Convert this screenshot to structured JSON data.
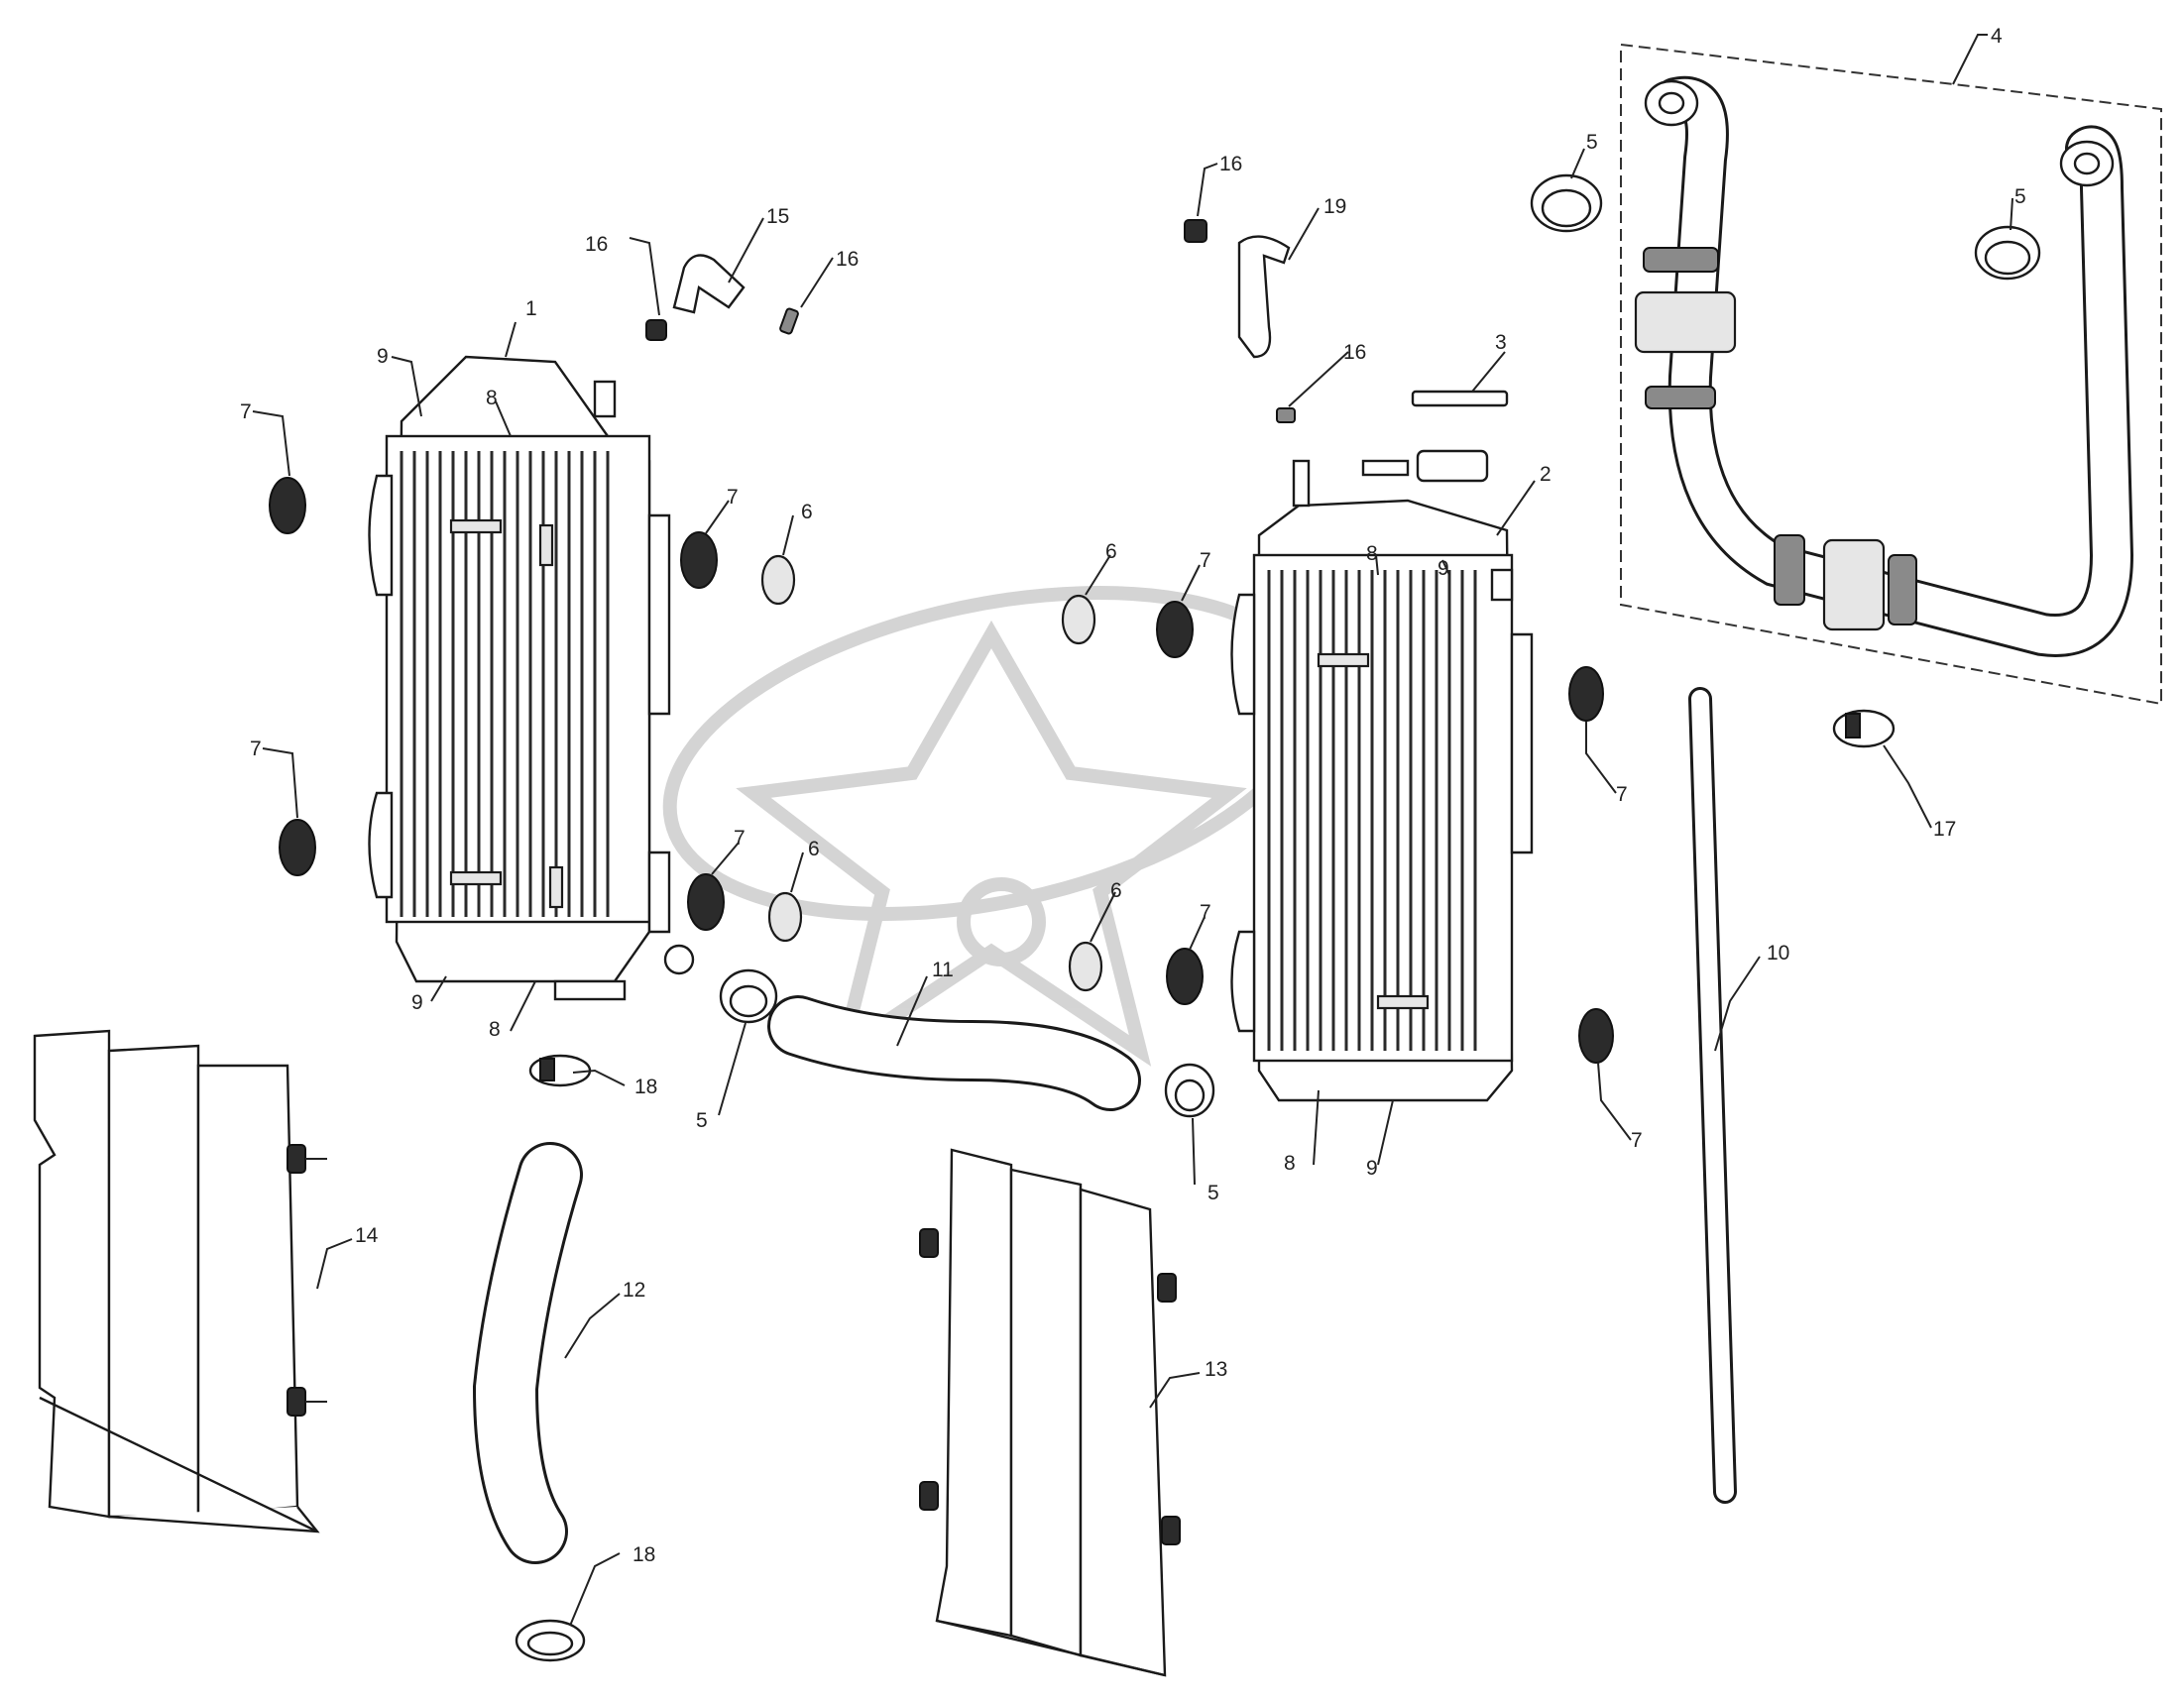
{
  "diagram": {
    "callouts": [
      {
        "id": "c1",
        "label": "1"
      },
      {
        "id": "c2",
        "label": "2"
      },
      {
        "id": "c3",
        "label": "3"
      },
      {
        "id": "c4",
        "label": "4"
      },
      {
        "id": "c5a",
        "label": "5"
      },
      {
        "id": "c5b",
        "label": "5"
      },
      {
        "id": "c5c",
        "label": "5"
      },
      {
        "id": "c5d",
        "label": "5"
      },
      {
        "id": "c6a",
        "label": "6"
      },
      {
        "id": "c6b",
        "label": "6"
      },
      {
        "id": "c6c",
        "label": "6"
      },
      {
        "id": "c6d",
        "label": "6"
      },
      {
        "id": "c7a",
        "label": "7"
      },
      {
        "id": "c7b",
        "label": "7"
      },
      {
        "id": "c7c",
        "label": "7"
      },
      {
        "id": "c7d",
        "label": "7"
      },
      {
        "id": "c7e",
        "label": "7"
      },
      {
        "id": "c7f",
        "label": "7"
      },
      {
        "id": "c7g",
        "label": "7"
      },
      {
        "id": "c7h",
        "label": "7"
      },
      {
        "id": "c8a",
        "label": "8"
      },
      {
        "id": "c8b",
        "label": "8"
      },
      {
        "id": "c8c",
        "label": "8"
      },
      {
        "id": "c8d",
        "label": "8"
      },
      {
        "id": "c9a",
        "label": "9"
      },
      {
        "id": "c9b",
        "label": "9"
      },
      {
        "id": "c9c",
        "label": "9"
      },
      {
        "id": "c9d",
        "label": "9"
      },
      {
        "id": "c10",
        "label": "10"
      },
      {
        "id": "c11",
        "label": "11"
      },
      {
        "id": "c12",
        "label": "12"
      },
      {
        "id": "c13",
        "label": "13"
      },
      {
        "id": "c14",
        "label": "14"
      },
      {
        "id": "c15",
        "label": "15"
      },
      {
        "id": "c16a",
        "label": "16"
      },
      {
        "id": "c16b",
        "label": "16"
      },
      {
        "id": "c16c",
        "label": "16"
      },
      {
        "id": "c16d",
        "label": "16"
      },
      {
        "id": "c17",
        "label": "17"
      },
      {
        "id": "c18a",
        "label": "18"
      },
      {
        "id": "c18b",
        "label": "18"
      },
      {
        "id": "c19",
        "label": "19"
      }
    ]
  }
}
